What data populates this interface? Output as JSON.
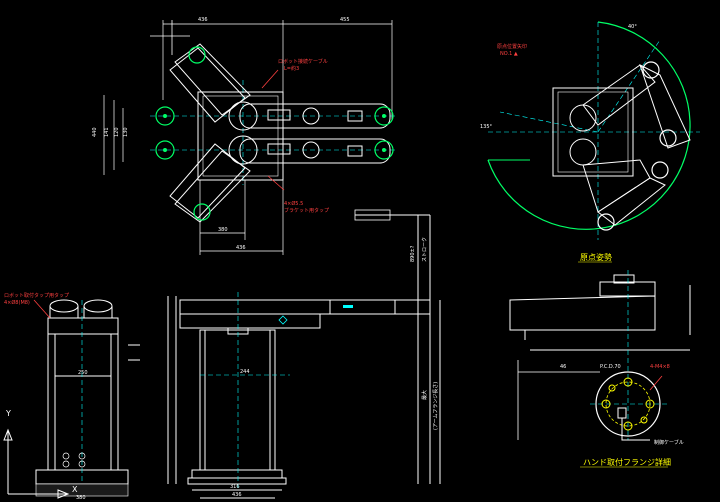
{
  "colors": {
    "background": "#000000",
    "outline": "#ffffff",
    "dimension": "#00ff00",
    "centerline": "#00ffff",
    "highlight": "#ffff00",
    "note": "#ff4040",
    "joint": "#00ff66",
    "title": "#ffff00"
  },
  "top_view": {
    "dims": {
      "left_width": "436",
      "right_width": "455",
      "v1": "440",
      "v2": "141",
      "v3": "120",
      "v4": "130",
      "bottom_a": "380",
      "bottom_b": "436"
    },
    "notes": {
      "robot_cable": "ロボット接続ケーブル",
      "robot_cable_sub": "L=約3",
      "tap_note": "4×Ø5.5",
      "tap_note_sub": "ブラケット用タップ"
    }
  },
  "origin_view": {
    "title": "原点姿勢",
    "note_line1": "原点位置矢印",
    "note_line2": "NO.1 ▲",
    "angle1": "40°",
    "angle2": "135°"
  },
  "side_view": {
    "dims": {
      "overall_height": "890±?",
      "stroke": "ストローク",
      "total": "最大",
      "base_w": "316",
      "base_w2": "436",
      "col_w": "244",
      "flange_len": "(アームフランジ長さ)"
    }
  },
  "front_view": {
    "note_line1": "ロボット取付タップ用タップ",
    "note_line2": "4×Ø8(M8)",
    "dims": {
      "col": "250",
      "base": "380"
    }
  },
  "flange_detail": {
    "title": "ハンド取付フランジ詳細",
    "pcd": "P.C.D.70",
    "dim_top": "46",
    "tap": "4-M4×8",
    "cable_note": "制御ケーブル"
  },
  "axis_labels": {
    "x": "X",
    "y": "Y"
  }
}
